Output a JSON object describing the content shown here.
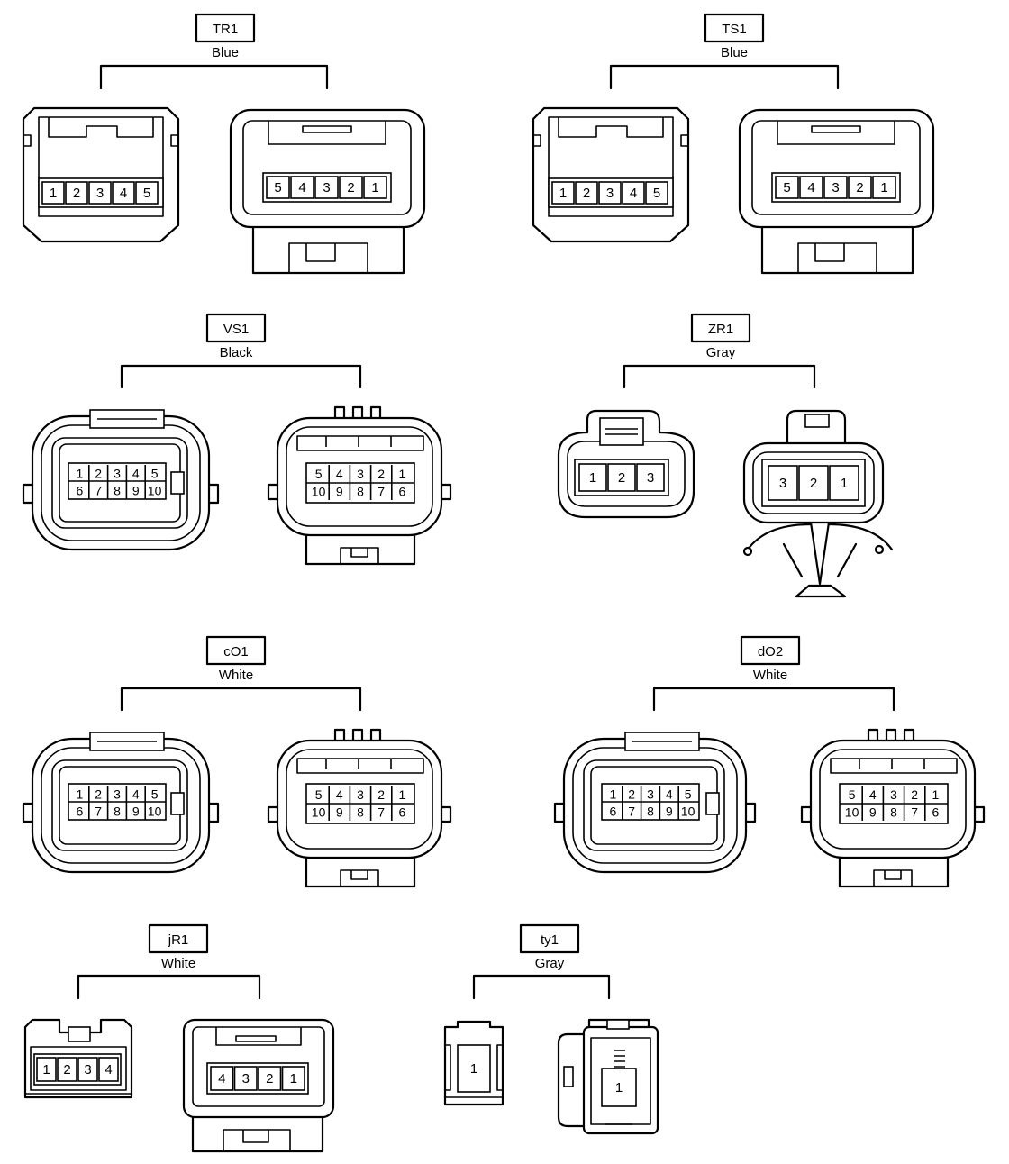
{
  "groups": [
    {
      "code": "TR1",
      "color": "Blue",
      "female_pins": [
        "1",
        "2",
        "3",
        "4",
        "5"
      ],
      "male_pins": [
        "5",
        "4",
        "3",
        "2",
        "1"
      ]
    },
    {
      "code": "TS1",
      "color": "Blue",
      "female_pins": [
        "1",
        "2",
        "3",
        "4",
        "5"
      ],
      "male_pins": [
        "5",
        "4",
        "3",
        "2",
        "1"
      ]
    },
    {
      "code": "VS1",
      "color": "Black",
      "female_pins": [
        "1",
        "2",
        "3",
        "4",
        "5",
        "6",
        "7",
        "8",
        "9",
        "10"
      ],
      "male_pins": [
        "5",
        "4",
        "3",
        "2",
        "1",
        "10",
        "9",
        "8",
        "7",
        "6"
      ]
    },
    {
      "code": "ZR1",
      "color": "Gray",
      "female_pins": [
        "1",
        "2",
        "3"
      ],
      "male_pins": [
        "3",
        "2",
        "1"
      ]
    },
    {
      "code": "cO1",
      "color": "White",
      "female_pins": [
        "1",
        "2",
        "3",
        "4",
        "5",
        "6",
        "7",
        "8",
        "9",
        "10"
      ],
      "male_pins": [
        "5",
        "4",
        "3",
        "2",
        "1",
        "10",
        "9",
        "8",
        "7",
        "6"
      ]
    },
    {
      "code": "dO2",
      "color": "White",
      "female_pins": [
        "1",
        "2",
        "3",
        "4",
        "5",
        "6",
        "7",
        "8",
        "9",
        "10"
      ],
      "male_pins": [
        "5",
        "4",
        "3",
        "2",
        "1",
        "10",
        "9",
        "8",
        "7",
        "6"
      ]
    },
    {
      "code": "jR1",
      "color": "White",
      "female_pins": [
        "1",
        "2",
        "3",
        "4"
      ],
      "male_pins": [
        "4",
        "3",
        "2",
        "1"
      ]
    },
    {
      "code": "ty1",
      "color": "Gray",
      "female_pins": [
        "1"
      ],
      "male_pins": [
        "1"
      ]
    }
  ]
}
